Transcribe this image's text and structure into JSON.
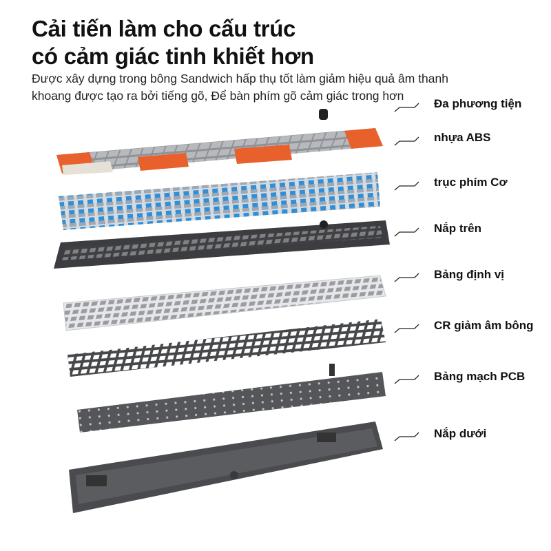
{
  "heading": {
    "line1": "Cải tiến làm cho cấu trúc",
    "line2": "có cảm giác tinh khiết hơn"
  },
  "description": {
    "line1": "Được xây dựng trong bông Sandwich hấp thụ tốt làm giảm hiệu quả âm thanh",
    "line2": "khoang được tạo ra bởi tiếng gõ, Để bàn phím gõ cảm giác trong hơn"
  },
  "layers": [
    {
      "label": "Đa phương tiện"
    },
    {
      "label": "nhựa ABS"
    },
    {
      "label": "trục phím Cơ"
    },
    {
      "label": "Nắp trên"
    },
    {
      "label": "Bảng định vị"
    },
    {
      "label": "CR giảm âm bông"
    },
    {
      "label": "Bảng mạch PCB"
    },
    {
      "label": "Nắp dưới"
    }
  ],
  "colors": {
    "keycap_orange": "#e8612c",
    "keycap_grey": "#8e9196",
    "keycap_cream": "#e6e1d6",
    "switch_blue": "#2f8fd8",
    "case_dark": "#3c3d40",
    "plate_white": "#e9eaec",
    "foam_dark": "#4a4b4e",
    "pcb_grey": "#5a5b5e"
  }
}
